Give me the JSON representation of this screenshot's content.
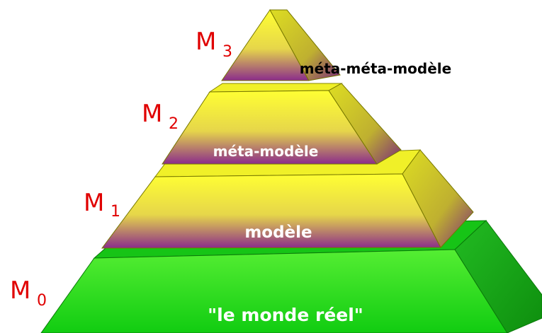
{
  "levels": [
    {
      "id": "M0",
      "label_main": "M",
      "label_sub": "0",
      "text": "\"le monde réel\"",
      "colors": {
        "top": "#00e000",
        "side": "#1aa01a",
        "face_light": "#44ee33",
        "face_dark": "#11cc11"
      }
    },
    {
      "id": "M1",
      "label_main": "M",
      "label_sub": "1",
      "text": "modèle",
      "colors": {
        "top": "#ffff33",
        "side": "#cccc22",
        "face_light": "#ffff44",
        "face_dark": "#8a2a8a"
      }
    },
    {
      "id": "M2",
      "label_main": "M",
      "label_sub": "2",
      "text": "méta-modèle",
      "colors": {
        "top": "#ffff33",
        "side": "#cccc22",
        "face_light": "#ffff44",
        "face_dark": "#8a2a8a"
      }
    },
    {
      "id": "M3",
      "label_main": "M",
      "label_sub": "3",
      "text": "méta-méta-modèle",
      "colors": {
        "top": "#ffff33",
        "side": "#cccc22",
        "face_light": "#ffff44",
        "face_dark": "#8a2a8a"
      }
    }
  ]
}
